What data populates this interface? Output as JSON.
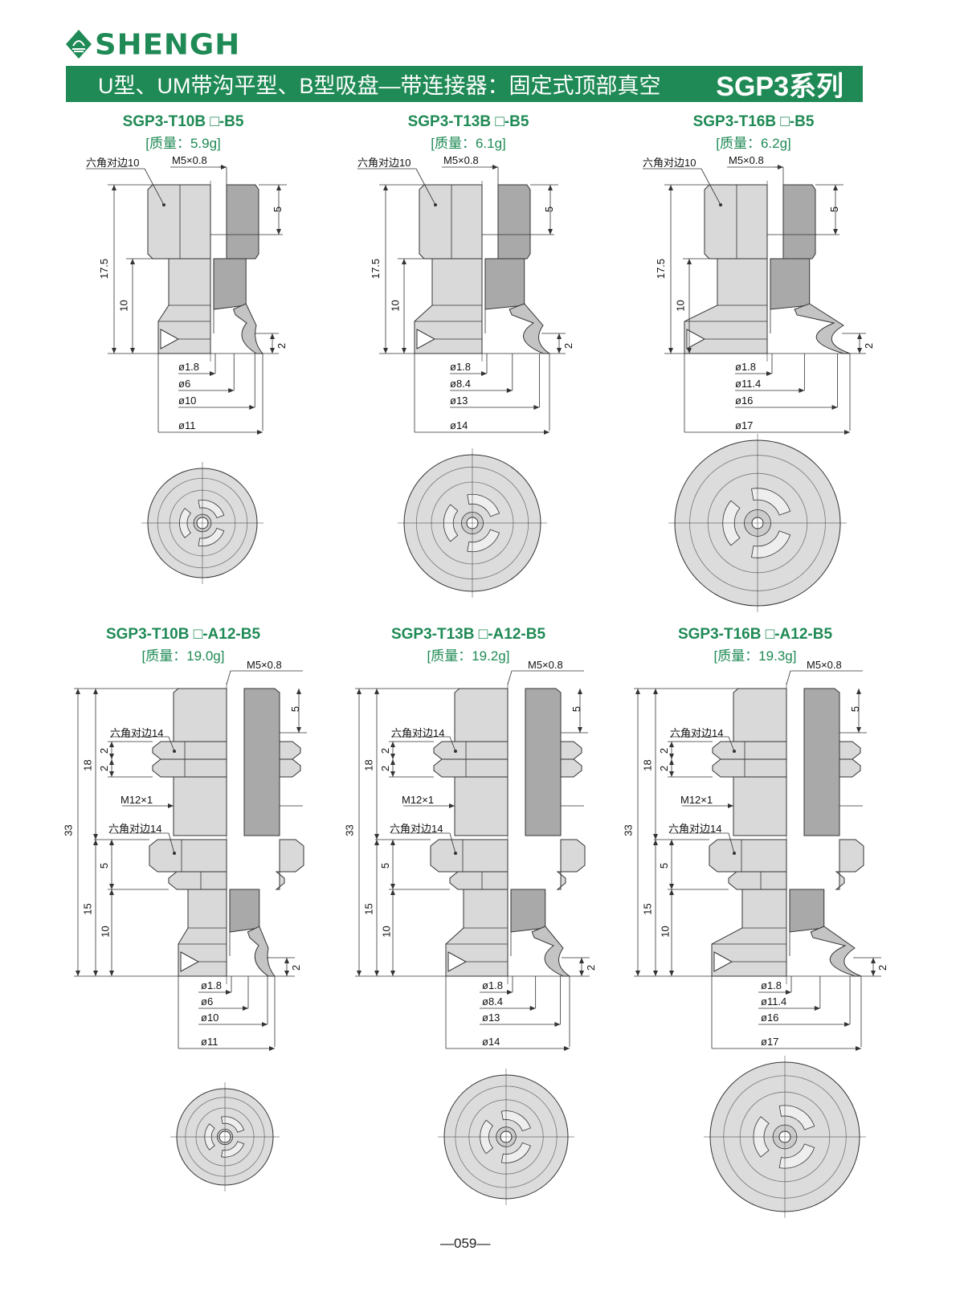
{
  "header": {
    "brand": "SHENGH",
    "title": "U型、UM带沟平型、B型吸盘—带连接器：固定式顶部真空",
    "series": "SGP3系列",
    "brand_color": "#1f8a55"
  },
  "top_models": [
    {
      "title": "SGP3-T10B □-B5",
      "mass": "[质量：5.9g]",
      "hex": "六角对边10",
      "thread": "M5×0.8",
      "h_total": "17.5",
      "h_cup": "10",
      "depth": "5",
      "lip": "2",
      "dias": [
        "ø1.8",
        "ø6",
        "ø10",
        "ø11"
      ]
    },
    {
      "title": "SGP3-T13B □-B5",
      "mass": "[质量：6.1g]",
      "hex": "六角对边10",
      "thread": "M5×0.8",
      "h_total": "17.5",
      "h_cup": "10",
      "depth": "5",
      "lip": "2",
      "dias": [
        "ø1.8",
        "ø8.4",
        "ø13",
        "ø14"
      ]
    },
    {
      "title": "SGP3-T16B □-B5",
      "mass": "[质量：6.2g]",
      "hex": "六角对边10",
      "thread": "M5×0.8",
      "h_total": "17.5",
      "h_cup": "10",
      "depth": "5",
      "lip": "2",
      "dias": [
        "ø1.8",
        "ø11.4",
        "ø16",
        "ø17"
      ]
    }
  ],
  "bottom_models": [
    {
      "title": "SGP3-T10B □-A12-B5",
      "mass": "[质量：19.0g]",
      "thread": "M5×0.8",
      "depth": "5",
      "hex1": "六角对边14",
      "nut1": "2",
      "nut2": "2",
      "h_thread": "18",
      "h_total": "33",
      "mthread": "M12×1",
      "hex2": "六角对边14",
      "h_hex": "5",
      "h_lower": "15",
      "h_cup": "10",
      "lip": "2",
      "dias": [
        "ø1.8",
        "ø6",
        "ø10",
        "ø11"
      ]
    },
    {
      "title": "SGP3-T13B □-A12-B5",
      "mass": "[质量：19.2g]",
      "thread": "M5×0.8",
      "depth": "5",
      "hex1": "六角对边14",
      "nut1": "2",
      "nut2": "2",
      "h_thread": "18",
      "h_total": "33",
      "mthread": "M12×1",
      "hex2": "六角对边14",
      "h_hex": "5",
      "h_lower": "15",
      "h_cup": "10",
      "lip": "2",
      "dias": [
        "ø1.8",
        "ø8.4",
        "ø13",
        "ø14"
      ]
    },
    {
      "title": "SGP3-T16B □-A12-B5",
      "mass": "[质量：19.3g]",
      "thread": "M5×0.8",
      "depth": "5",
      "hex1": "六角对边14",
      "nut1": "2",
      "nut2": "2",
      "h_thread": "18",
      "h_total": "33",
      "mthread": "M12×1",
      "hex2": "六角对边14",
      "h_hex": "5",
      "h_lower": "15",
      "h_cup": "10",
      "lip": "2",
      "dias": [
        "ø1.8",
        "ø11.4",
        "ø16",
        "ø17"
      ]
    }
  ],
  "footer": {
    "page": "—059—"
  }
}
